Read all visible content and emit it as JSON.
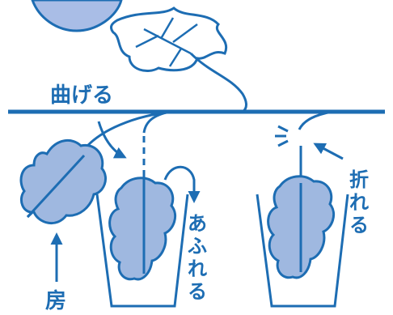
{
  "labels": {
    "bend": "曲げる",
    "break_chars": [
      "折",
      "れ",
      "る"
    ],
    "overflow_chars": [
      "あ",
      "ふ",
      "れ",
      "る"
    ],
    "cluster_chars": [
      "房"
    ]
  },
  "colors": {
    "line": "#1d6db3",
    "fill": "#9fb8e0",
    "sun": "#a9bde6",
    "text": "#1d6db3",
    "background": "#ffffff"
  },
  "icons": {
    "leaf": "grape-leaf",
    "trellis": "horizontal-wire",
    "cups": "cup"
  }
}
